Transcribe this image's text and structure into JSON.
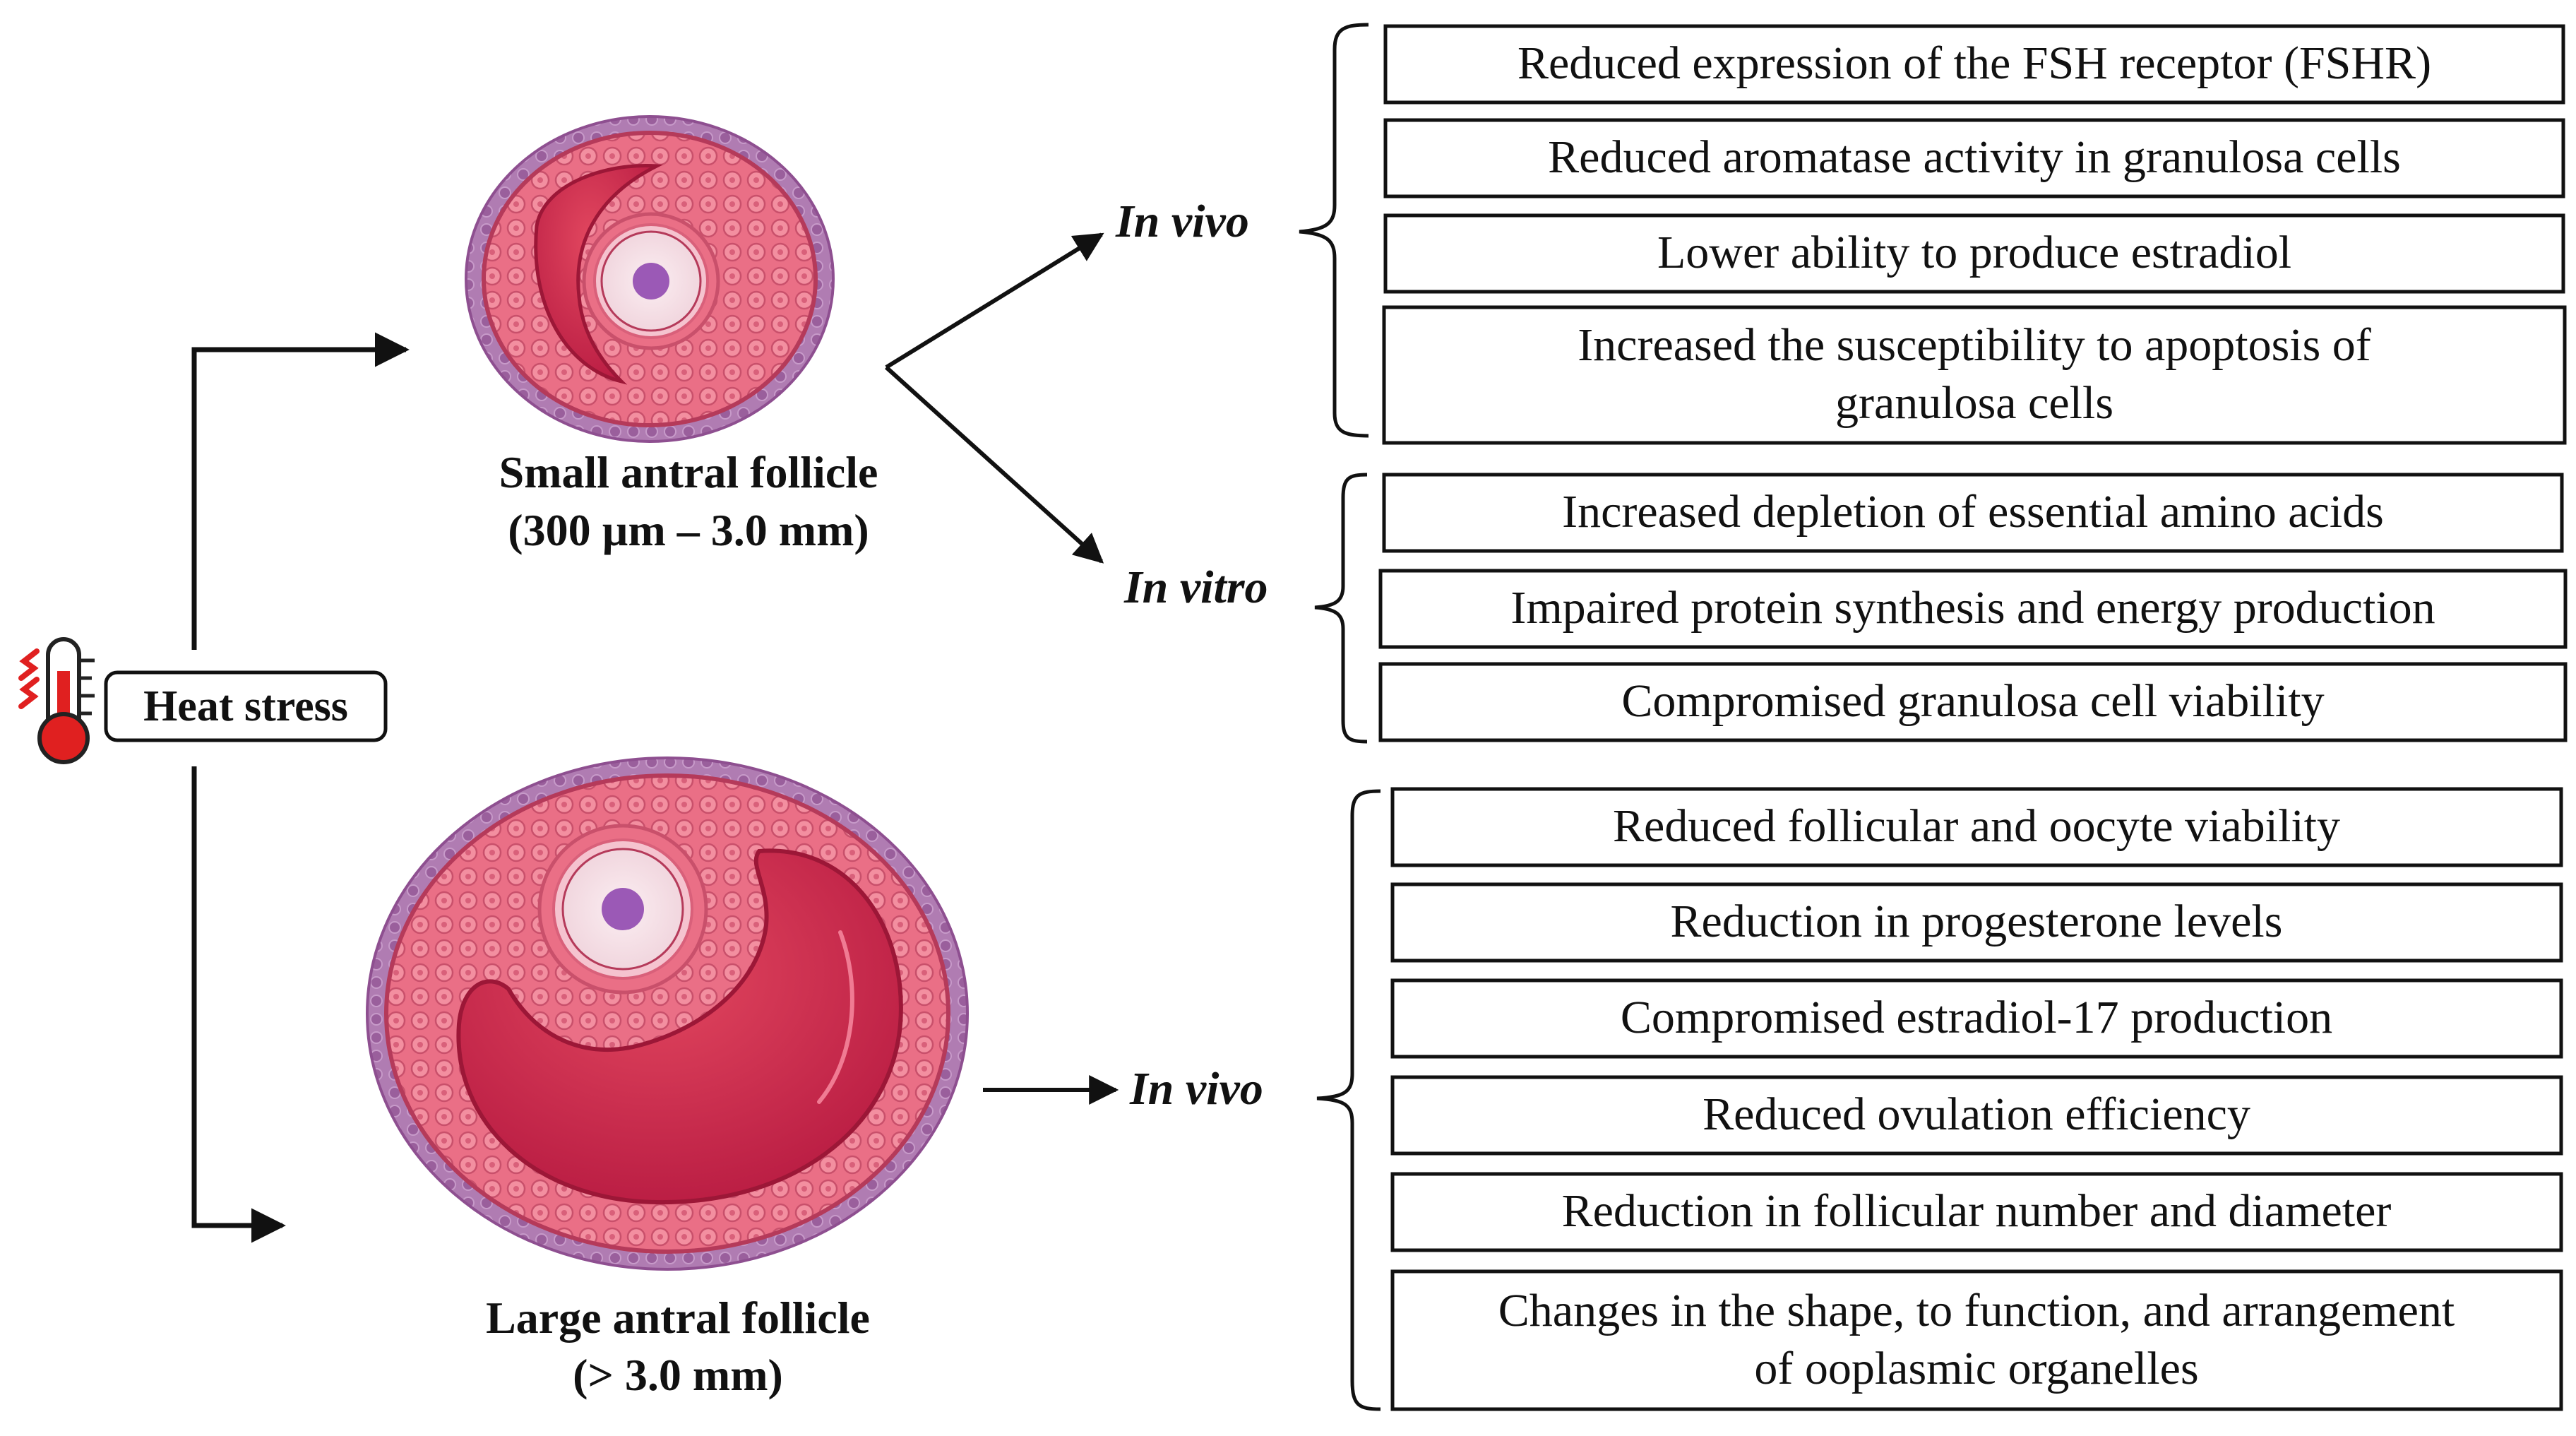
{
  "heat_stress": {
    "label": "Heat stress",
    "icon": "thermometer-icon"
  },
  "small_follicle": {
    "name": "Small antral follicle",
    "size": "(300 µm – 3.0 mm)",
    "in_vivo": {
      "label": "In vivo",
      "effects": [
        "Reduced expression of the FSH receptor (FSHR)",
        "Reduced aromatase activity in granulosa cells",
        "Lower ability to produce estradiol",
        [
          "Increased the susceptibility to apoptosis of",
          "granulosa cells"
        ]
      ]
    },
    "in_vitro": {
      "label": "In vitro",
      "effects": [
        "Increased depletion of essential amino acids",
        "Impaired protein synthesis and energy production",
        "Compromised granulosa cell viability"
      ]
    }
  },
  "large_follicle": {
    "name": "Large antral follicle",
    "size": "(> 3.0 mm)",
    "in_vivo": {
      "label": "In vivo",
      "effects": [
        "Reduced follicular and oocyte viability",
        "Reduction in progesterone levels",
        "Compromised estradiol-17 production",
        "Reduced ovulation efficiency",
        "Reduction in follicular number and diameter",
        [
          "Changes in the shape, to function, and arrangement",
          "of ooplasmic organelles"
        ]
      ]
    }
  },
  "colors": {
    "follicle_pink": "#ea6f86",
    "antrum_red": "#c8234a",
    "theca_purple": "#a870a8",
    "oocyte_nucleus": "#9b59b6",
    "thermometer_red": "#e02020"
  }
}
